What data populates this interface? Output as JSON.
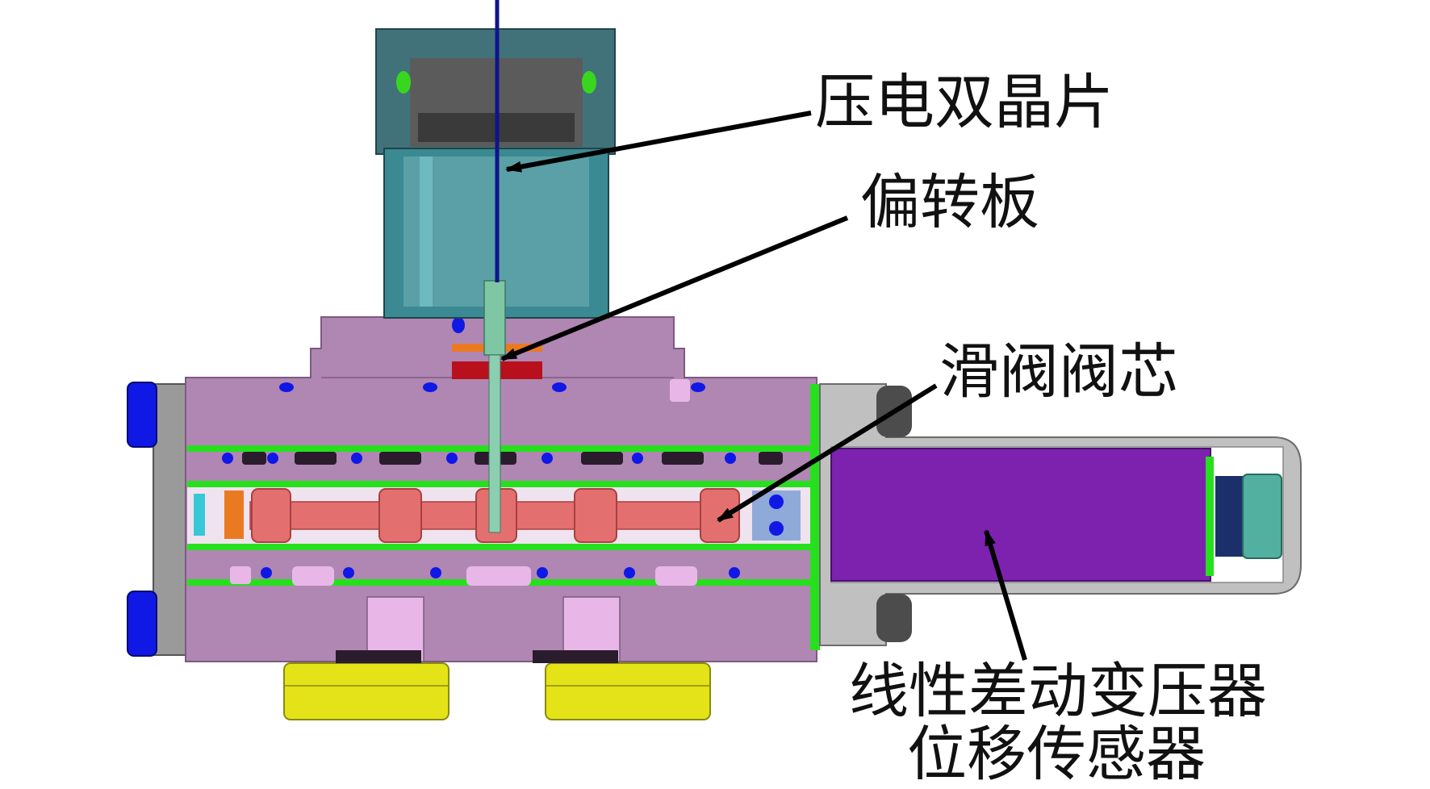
{
  "labels": {
    "piezo": "压电双晶片",
    "deflector": "偏转板",
    "spool": "滑阀阀芯",
    "lvdt_line1": "线性差动变压器",
    "lvdt_line2": "位移传感器"
  },
  "palette": {
    "housing": "#b087b2",
    "housing_light": "#c29ac4",
    "housing_dark": "#946c98",
    "piezo_cap": "#41727a",
    "piezo_body": "#5aa0a6",
    "piezo_inner": "#3b8a93",
    "rod": "#10158a",
    "spool": "#e46f6f",
    "spool_dark": "#c85252",
    "seal_green": "#27e01d",
    "blue": "#1018e6",
    "lvdt_coil": "#7c22ae",
    "lvdt_frame": "#a9a9a9",
    "port_yellow": "#e3e317",
    "end_plate": "#9a9a9a",
    "pink": "#e8b7e8",
    "red_chamber": "#b8101c",
    "orange": "#ea7a21",
    "cyan": "#37c8d8",
    "green_screw": "#52b0a0"
  }
}
